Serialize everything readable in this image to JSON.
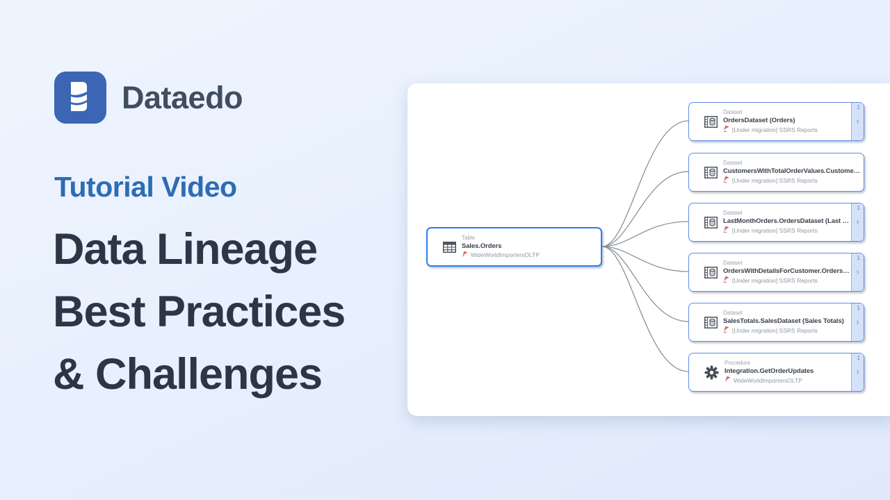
{
  "brand": {
    "name": "Dataedo"
  },
  "hero": {
    "eyebrow": "Tutorial Video",
    "title_lines": [
      "Data Lineage",
      "Best Practices",
      "& Challenges"
    ]
  },
  "diagram": {
    "source": {
      "type_label": "Table",
      "name": "Sales.Orders",
      "subtitle": "WideWorldImportersOLTP",
      "icon": "table-icon",
      "subtitle_icon": "database-flag-icon"
    },
    "targets": [
      {
        "type_label": "Dataset",
        "name": "OrdersDataset (Orders)",
        "subtitle": "[Under migration] SSRS Reports",
        "icon": "dataset-icon",
        "subtitle_icon": "migration-flag-icon",
        "badge": "1",
        "chevron": "›"
      },
      {
        "type_label": "Dataset",
        "name": "CustomersWithTotalOrderValues.CustomersD…",
        "subtitle": "[Under migration] SSRS Reports",
        "icon": "dataset-icon",
        "subtitle_icon": "migration-flag-icon"
      },
      {
        "type_label": "Dataset",
        "name": "LastMonthOrders.OrdersDataset (Last Month …",
        "subtitle": "[Under migration] SSRS Reports",
        "icon": "dataset-icon",
        "subtitle_icon": "migration-flag-icon",
        "badge": "1",
        "chevron": "›"
      },
      {
        "type_label": "Dataset",
        "name": "OrdersWithDetailsForCustomer.OrdersDatase…",
        "subtitle": "[Under migration] SSRS Reports",
        "icon": "dataset-icon",
        "subtitle_icon": "migration-flag-icon",
        "badge": "1",
        "chevron": "›"
      },
      {
        "type_label": "Dataset",
        "name": "SalesTotals.SalesDataset (Sales Totals)",
        "subtitle": "[Under migration] SSRS Reports",
        "icon": "dataset-icon",
        "subtitle_icon": "migration-flag-icon",
        "badge": "1",
        "chevron": "›"
      },
      {
        "type_label": "Procedure",
        "name": "Integration.GetOrderUpdates",
        "subtitle": "WideWorldImportersOLTP",
        "icon": "gear-icon",
        "subtitle_icon": "database-flag-icon",
        "badge": "1",
        "chevron": "›"
      }
    ]
  },
  "colors": {
    "background": "#e7effd",
    "canvas": "#ffffff",
    "brand_blue": "#3c66b4",
    "eyebrow_blue": "#2d6cb5",
    "headline_dark": "#2c3647",
    "target_border": "#5f8ceb",
    "source_border": "#2e7bf2",
    "strip_fill": "#d4e1fa",
    "connector_gray": "#8a9097",
    "flag_red": "#d9605a"
  }
}
